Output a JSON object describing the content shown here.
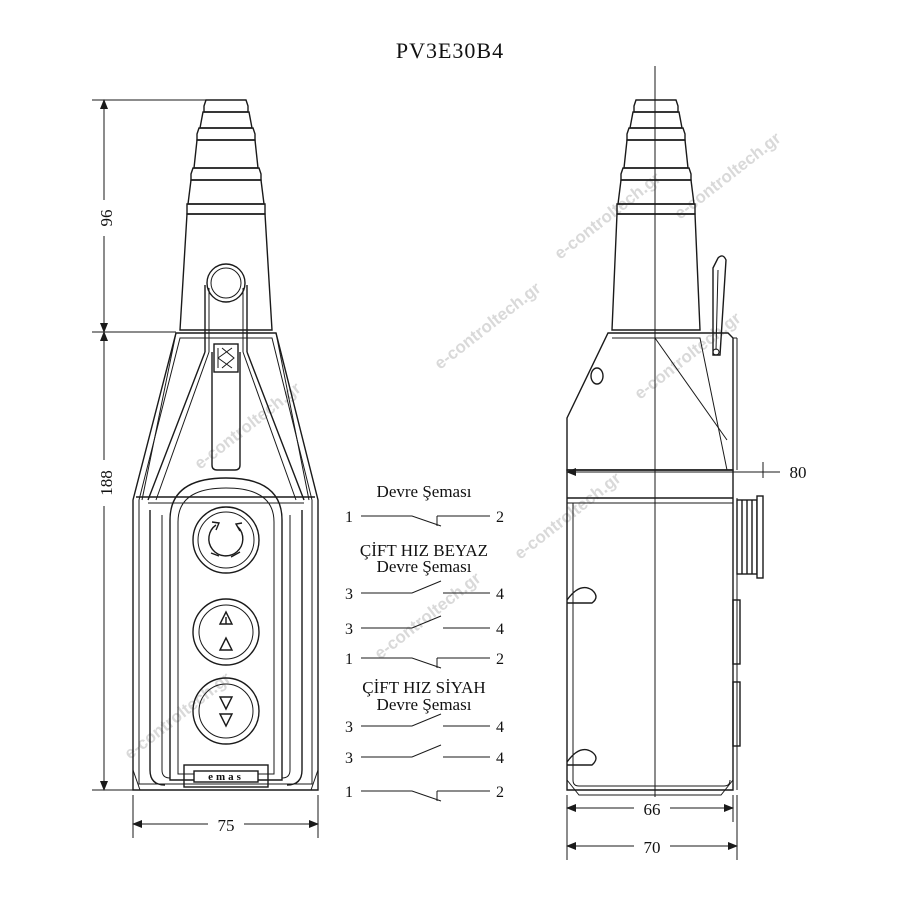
{
  "title": "PV3E30B4",
  "watermark": "e-controltech.gr",
  "brand_logo": "emas",
  "dimensions": {
    "height_top": "96",
    "height_body": "188",
    "width_front": "75",
    "depth_with_button": "80",
    "depth_inner": "66",
    "depth_outer": "70"
  },
  "schemas": [
    {
      "heading": "Devre Şeması",
      "subheading": "",
      "contacts": [
        {
          "left": "1",
          "right": "2",
          "kind": "nc"
        }
      ]
    },
    {
      "heading": "ÇİFT HIZ BEYAZ",
      "subheading": "Devre Şeması",
      "contacts": [
        {
          "left": "3",
          "right": "4",
          "kind": "no"
        },
        {
          "left": "3",
          "right": "4",
          "kind": "no"
        },
        {
          "left": "1",
          "right": "2",
          "kind": "nc"
        }
      ]
    },
    {
      "heading": "ÇİFT HIZ SİYAH",
      "subheading": "Devre Şeması",
      "contacts": [
        {
          "left": "3",
          "right": "4",
          "kind": "no"
        },
        {
          "left": "3",
          "right": "4",
          "kind": "no"
        },
        {
          "left": "1",
          "right": "2",
          "kind": "nc"
        }
      ]
    }
  ],
  "icons": {
    "emergency_stop": "emergency-stop-icon",
    "up": "double-up-arrow-icon",
    "down": "double-down-arrow-icon"
  }
}
